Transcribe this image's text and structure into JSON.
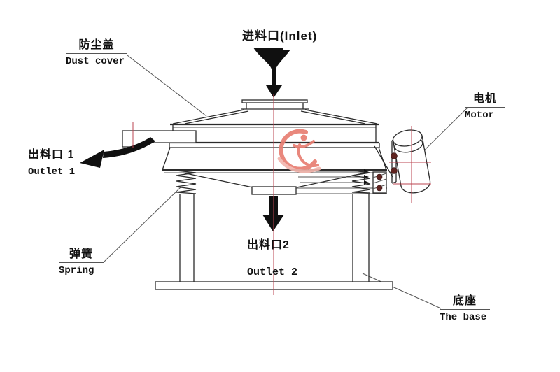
{
  "diagram": {
    "labels": {
      "dust_cover": {
        "zh": "防尘盖",
        "en": "Dust cover"
      },
      "inlet": {
        "text": "进料口(Inlet)"
      },
      "motor": {
        "zh": "电机",
        "en": "Motor"
      },
      "outlet_1": {
        "zh": "出料口 1",
        "en": "Outlet 1"
      },
      "spring": {
        "zh": "弹簧",
        "en": "Spring"
      },
      "outlet_2": {
        "zh": "出料口2",
        "en": "Outlet 2"
      },
      "base": {
        "zh": "底座",
        "en": "The base"
      }
    },
    "colors": {
      "line": "#2b2b2b",
      "thin": "#555555",
      "centerline": "#bb4450",
      "logo_primary": "#e87e72",
      "logo_secondary": "#f2b5ad",
      "bolt": "#5f2420",
      "background": "#ffffff",
      "text": "#111111"
    }
  }
}
